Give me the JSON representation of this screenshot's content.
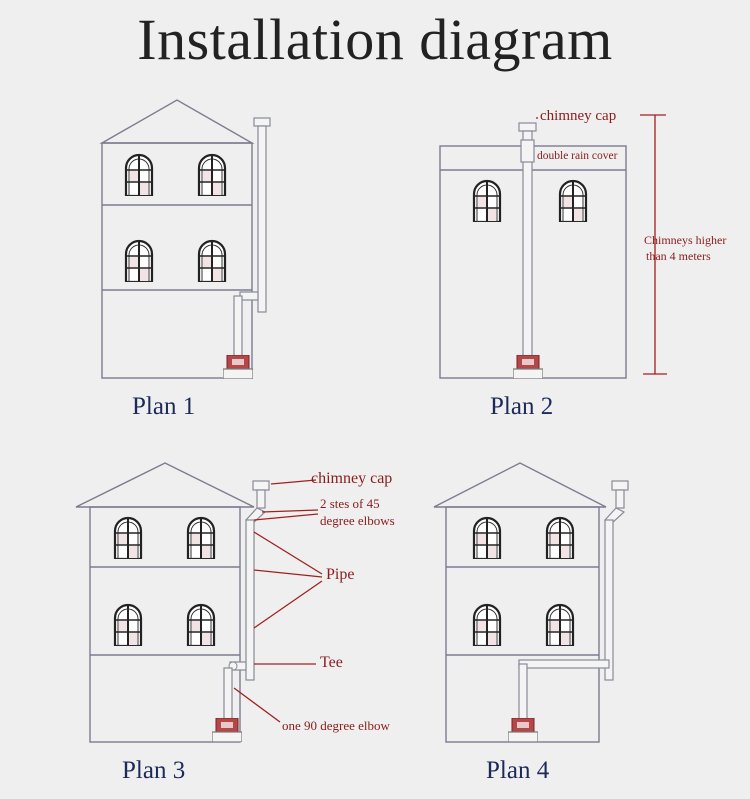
{
  "title": "Installation diagram",
  "plans": [
    {
      "label": "Plan 1"
    },
    {
      "label": "Plan 2"
    },
    {
      "label": "Plan 3"
    },
    {
      "label": "Plan 4"
    }
  ],
  "annotations": {
    "plan2_cap": "chimney cap",
    "plan2_cover": "double rain cover",
    "plan2_height_line1": "Chimneys higher",
    "plan2_height_line2": "than 4 meters",
    "plan3_cap": "chimney cap",
    "plan3_elbows_line1": "2 stes of 45",
    "plan3_elbows_line2": "degree elbows",
    "plan3_pipe": "Pipe",
    "plan3_tee": "Tee",
    "plan3_elbow90": "one 90 degree elbow"
  },
  "colors": {
    "annotation": "#8a1c1c",
    "label": "#1c2a5a",
    "stove": "#a83a3a"
  }
}
